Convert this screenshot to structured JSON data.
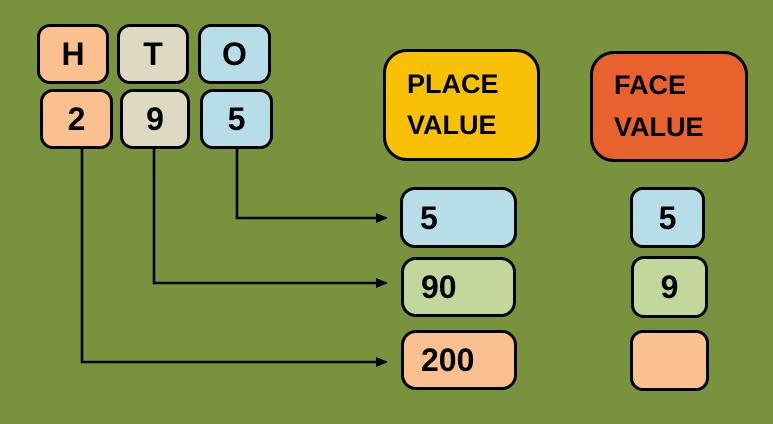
{
  "colors": {
    "background": "#78923D",
    "peach": "#FAC090",
    "tan": "#DDD9C3",
    "blue": "#B7DEE8",
    "green": "#C3D69B",
    "gold": "#F9C104",
    "orange": "#E8622D",
    "border": "#000000",
    "text": "#000000",
    "arrow": "#000000"
  },
  "digit_grid": {
    "column_headers": [
      {
        "label": "H",
        "color_name": "peach"
      },
      {
        "label": "T",
        "color_name": "tan"
      },
      {
        "label": "O",
        "color_name": "blue"
      }
    ],
    "digits": [
      {
        "label": "2",
        "color_name": "peach"
      },
      {
        "label": "9",
        "color_name": "tan"
      },
      {
        "label": "5",
        "color_name": "blue"
      }
    ]
  },
  "headings": {
    "place_value": {
      "line1": "PLACE",
      "line2": "VALUE"
    },
    "face_value": {
      "line1": "FACE",
      "line2": "VALUE"
    }
  },
  "place_value_results": [
    {
      "value": "5",
      "color_name": "blue"
    },
    {
      "value": "90",
      "color_name": "green"
    },
    {
      "value": "200",
      "color_name": "peach"
    }
  ],
  "face_value_results": [
    {
      "value": "5",
      "color_name": "blue"
    },
    {
      "value": "9",
      "color_name": "green"
    },
    {
      "value": "",
      "color_name": "peach"
    }
  ],
  "arrow_mappings": [
    {
      "from_digit": "5",
      "to_place_value": "5"
    },
    {
      "from_digit": "9",
      "to_place_value": "90"
    },
    {
      "from_digit": "2",
      "to_place_value": "200"
    }
  ]
}
